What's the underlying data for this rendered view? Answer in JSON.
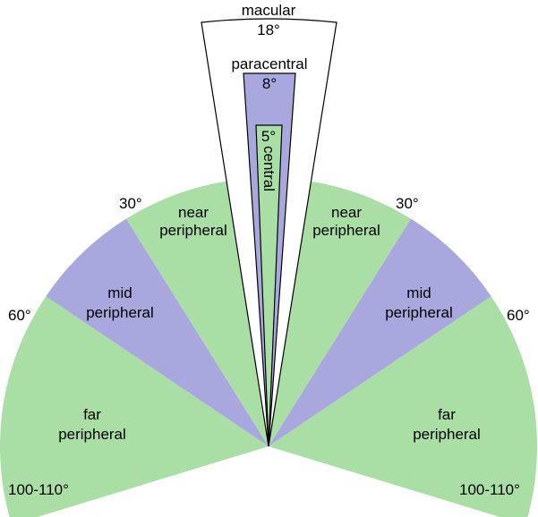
{
  "colors": {
    "green": "#a9dfa4",
    "purple": "#a8a8df",
    "white": "#ffffff",
    "outline": "#000000"
  },
  "angle_labels": {
    "left_30": "30°",
    "right_30": "30°",
    "left_60": "60°",
    "right_60": "60°",
    "left_far": "100-110°",
    "right_far": "100-110°"
  },
  "regions": {
    "macular": {
      "name": "macular",
      "angle": "18°"
    },
    "paracentral": {
      "name": "paracentral",
      "angle": "8°"
    },
    "central": {
      "name": "central",
      "angle": "5°"
    },
    "near_left": {
      "line1": "near",
      "line2": "peripheral"
    },
    "near_right": {
      "line1": "near",
      "line2": "peripheral"
    },
    "mid_left": {
      "line1": "mid",
      "line2": "peripheral"
    },
    "mid_right": {
      "line1": "mid",
      "line2": "peripheral"
    },
    "far_left": {
      "line1": "far",
      "line2": "peripheral"
    },
    "far_right": {
      "line1": "far",
      "line2": "peripheral"
    }
  }
}
